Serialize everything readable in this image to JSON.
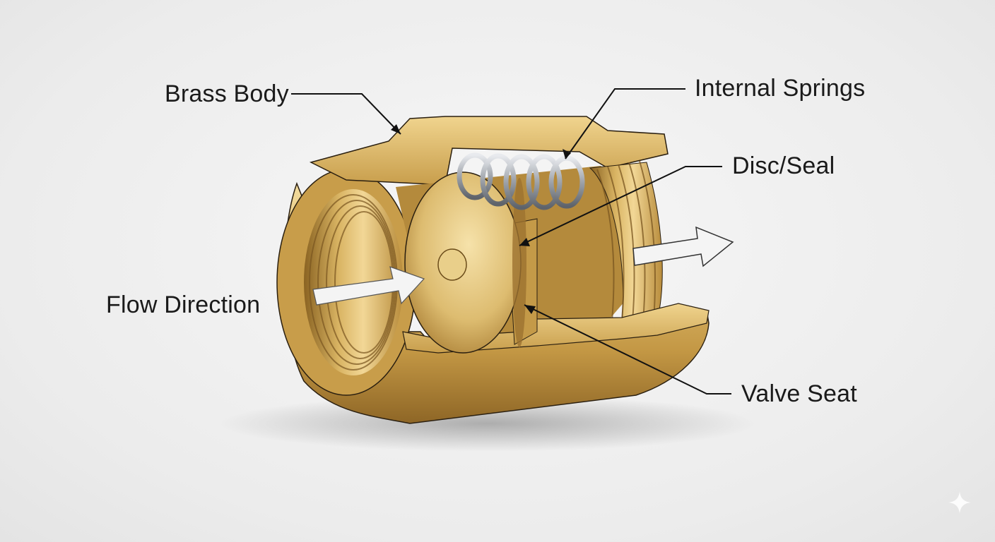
{
  "labels": {
    "brass_body": "Brass Body",
    "internal_springs": "Internal Springs",
    "disc_seal": "Disc/Seal",
    "flow_direction": "Flow Direction",
    "valve_seat": "Valve Seat"
  },
  "colors": {
    "brass_light": "#f4dc9c",
    "brass_mid": "#d4ad5c",
    "brass_dark": "#8a6424",
    "steel": "#b8bcc2",
    "arrow_fill": "#f2f2f2",
    "leader": "#111111"
  }
}
